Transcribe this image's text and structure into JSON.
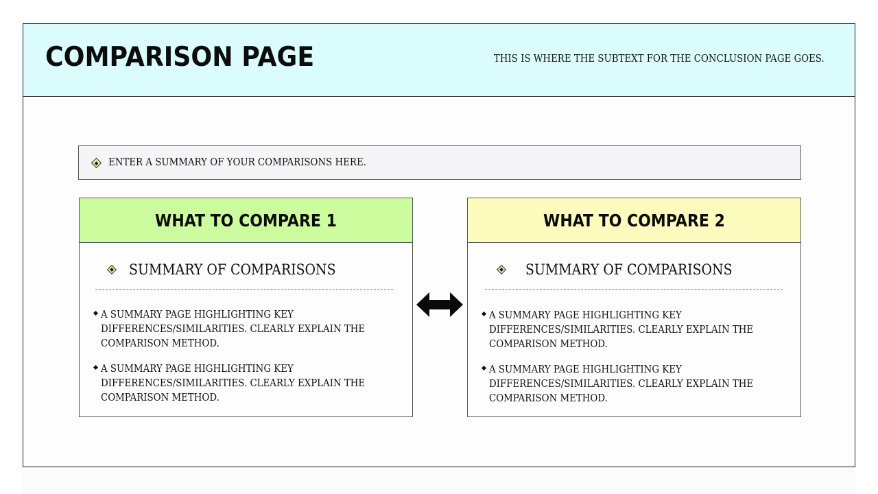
{
  "header": {
    "title": "COMPARISON PAGE",
    "subtext": "THIS IS WHERE THE SUBTEXT FOR THE CONCLUSION PAGE GOES."
  },
  "summary": {
    "icon": "diamond-bullet-icon",
    "text": "ENTER A SUMMARY OF YOUR COMPARISONS HERE."
  },
  "cards": [
    {
      "title": "WHAT TO COMPARE 1",
      "header_color": "#cdfc9f",
      "subhead": "SUMMARY OF COMPARISONS",
      "bullets": [
        "A SUMMARY PAGE HIGHLIGHTING KEY DIFFERENCES/SIMILARITIES. CLEARLY EXPLAIN THE COMPARISON METHOD.",
        "A SUMMARY PAGE HIGHLIGHTING KEY DIFFERENCES/SIMILARITIES. CLEARLY EXPLAIN THE COMPARISON METHOD."
      ]
    },
    {
      "title": "WHAT TO COMPARE 2",
      "header_color": "#fdfcbe",
      "subhead": "SUMMARY OF COMPARISONS",
      "bullets": [
        "A SUMMARY PAGE HIGHLIGHTING KEY DIFFERENCES/SIMILARITIES. CLEARLY EXPLAIN THE COMPARISON METHOD.",
        "A SUMMARY PAGE HIGHLIGHTING KEY DIFFERENCES/SIMILARITIES. CLEARLY EXPLAIN THE COMPARISON METHOD."
      ]
    }
  ],
  "connector": {
    "icon": "double-arrow-icon"
  },
  "colors": {
    "header_bg": "#dcfdfd",
    "summary_bg": "#f5f4f6",
    "card1_header": "#cdfc9f",
    "card2_header": "#fdfcbe"
  }
}
